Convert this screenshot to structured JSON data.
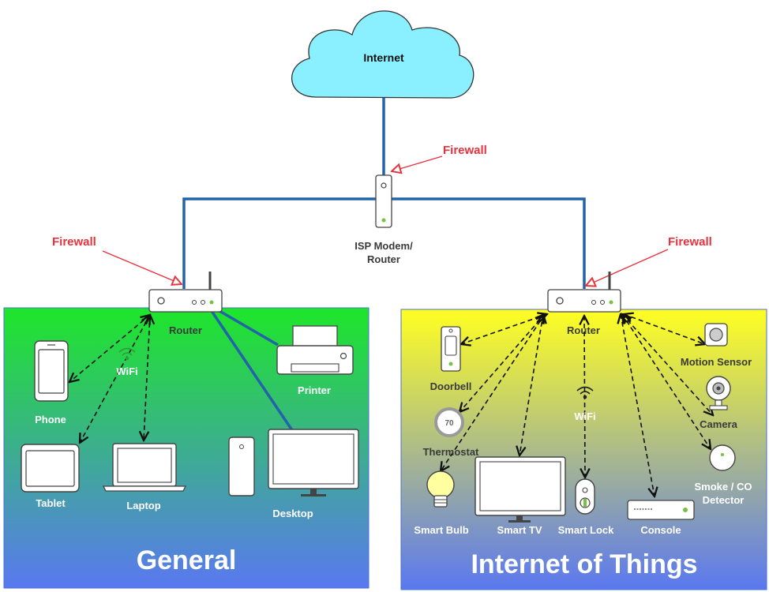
{
  "cloud": {
    "label": "Internet"
  },
  "modem": {
    "label_line1": "ISP Modem/",
    "label_line2": "Router"
  },
  "firewalls": {
    "top": "Firewall",
    "left": "Firewall",
    "right": "Firewall"
  },
  "general": {
    "title": "General",
    "router_label": "Router",
    "wifi_label": "WiFi",
    "devices": {
      "phone": "Phone",
      "tablet": "Tablet",
      "laptop": "Laptop",
      "printer": "Printer",
      "desktop": "Desktop"
    }
  },
  "iot": {
    "title": "Internet of Things",
    "router_label": "Router",
    "wifi_label": "WiFi",
    "thermostat_reading": "70",
    "devices": {
      "doorbell": "Doorbell",
      "thermostat": "Thermostat",
      "smart_bulb": "Smart Bulb",
      "smart_tv": "Smart TV",
      "smart_lock": "Smart Lock",
      "console": "Console",
      "motion_sensor": "Motion Sensor",
      "camera": "Camera",
      "smoke_line1": "Smoke / CO",
      "smoke_line2": "Detector"
    }
  },
  "colors": {
    "cable": "#2563a8",
    "firewall_text": "#e8323c",
    "general_top": "#1ee62a",
    "general_bottom": "#5a78f0",
    "iot_top": "#ffff22",
    "iot_bottom": "#5a78f0",
    "cloud_fill": "#8af0ff"
  }
}
